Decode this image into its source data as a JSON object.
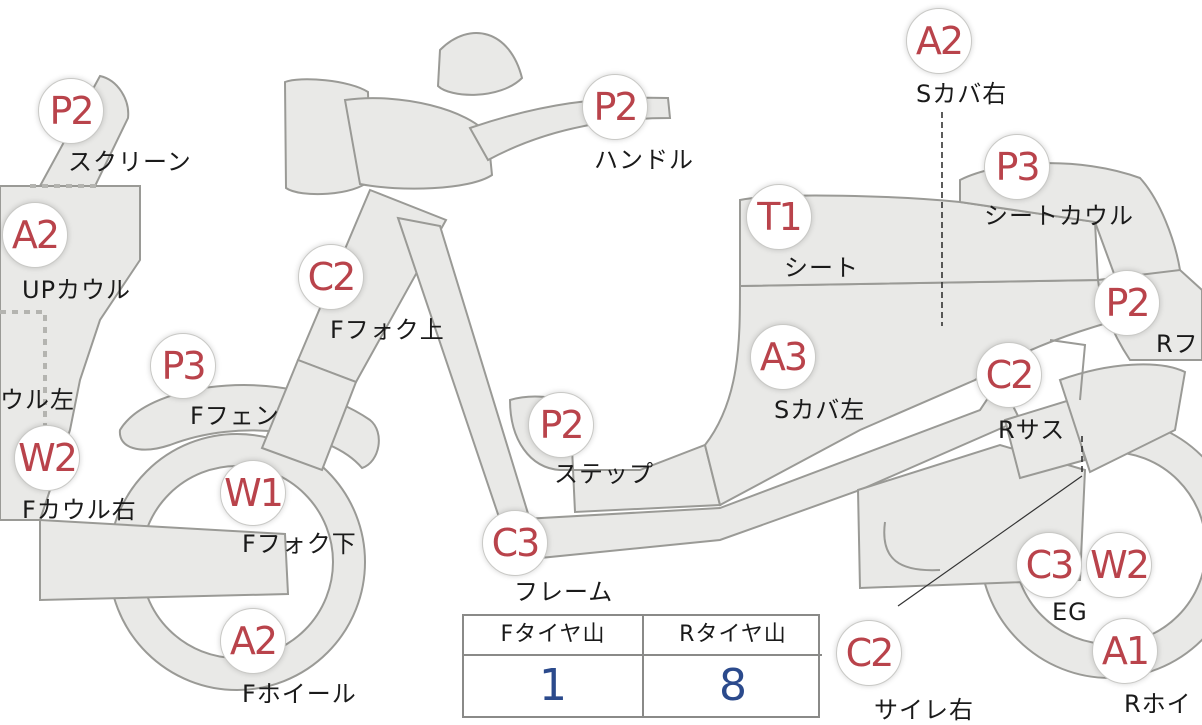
{
  "parts": [
    {
      "id": "screen",
      "grade": "P2",
      "label": "スクリーン"
    },
    {
      "id": "up-cowl",
      "grade": "A2",
      "label": "UPカウル"
    },
    {
      "id": "cowl-left",
      "grade": "",
      "label": "ウル左"
    },
    {
      "id": "f-cowl-right",
      "grade": "W2",
      "label": "Fカウル右"
    },
    {
      "id": "f-fender",
      "grade": "P3",
      "label": "Fフェン"
    },
    {
      "id": "f-fork-lower",
      "grade": "W1",
      "label": "Fフォク下"
    },
    {
      "id": "f-wheel",
      "grade": "A2",
      "label": "Fホイール"
    },
    {
      "id": "f-fork-upper",
      "grade": "C2",
      "label": "Fフォク上"
    },
    {
      "id": "handle",
      "grade": "P2",
      "label": "ハンドル"
    },
    {
      "id": "step",
      "grade": "P2",
      "label": "ステップ"
    },
    {
      "id": "frame",
      "grade": "C3",
      "label": "フレーム"
    },
    {
      "id": "seat",
      "grade": "T1",
      "label": "シート"
    },
    {
      "id": "s-cover-right",
      "grade": "A2",
      "label": "Sカバ右"
    },
    {
      "id": "seat-cowl",
      "grade": "P3",
      "label": "シートカウル"
    },
    {
      "id": "s-cover-left",
      "grade": "A3",
      "label": "Sカバ左"
    },
    {
      "id": "r-fender",
      "grade": "P2",
      "label": "Rフ"
    },
    {
      "id": "r-sus",
      "grade": "C2",
      "label": "Rサス"
    },
    {
      "id": "eg",
      "grade": "C3",
      "label": "EG"
    },
    {
      "id": "eg-w2",
      "grade": "W2",
      "label": ""
    },
    {
      "id": "r-wheel",
      "grade": "A1",
      "label": "Rホイ"
    },
    {
      "id": "silencer-right",
      "grade": "C2",
      "label": "サイレ右"
    }
  ],
  "tire_table": {
    "front_header": "Fタイヤ山",
    "front_value": "1",
    "rear_header": "Rタイヤ山",
    "rear_value": "8"
  },
  "colors": {
    "grade_text": "#b9434b",
    "part_fill": "#e9e9e7",
    "part_stroke": "#9a9a96",
    "table_value": "#2b4a8c"
  }
}
